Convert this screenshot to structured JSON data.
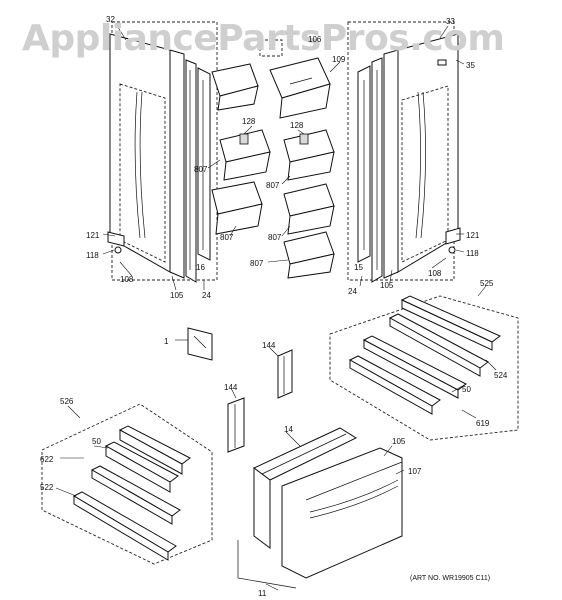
{
  "watermark": "AppliancePartsPros.com",
  "art_number": "(ART NO. WR19905 C11)",
  "labels": {
    "l32": "32",
    "l33": "33",
    "l35": "35",
    "l106": "106",
    "l109": "109",
    "l128a": "128",
    "l128b": "128",
    "l807a": "807",
    "l807b": "807",
    "l807c": "807",
    "l807d": "807",
    "l807e": "807",
    "l121a": "121",
    "l121b": "121",
    "l118a": "118",
    "l118b": "118",
    "l108a": "108",
    "l108b": "108",
    "l105a": "105",
    "l105b": "105",
    "l105c": "105",
    "l16": "16",
    "l15": "15",
    "l24a": "24",
    "l24b": "24",
    "l525": "525",
    "l524": "524",
    "l50a": "50",
    "l50b": "50",
    "l619": "619",
    "l1": "1",
    "l144a": "144",
    "l144b": "144",
    "l526": "526",
    "l622": "622",
    "l522": "522",
    "l14": "14",
    "l107": "107",
    "l11": "11"
  }
}
